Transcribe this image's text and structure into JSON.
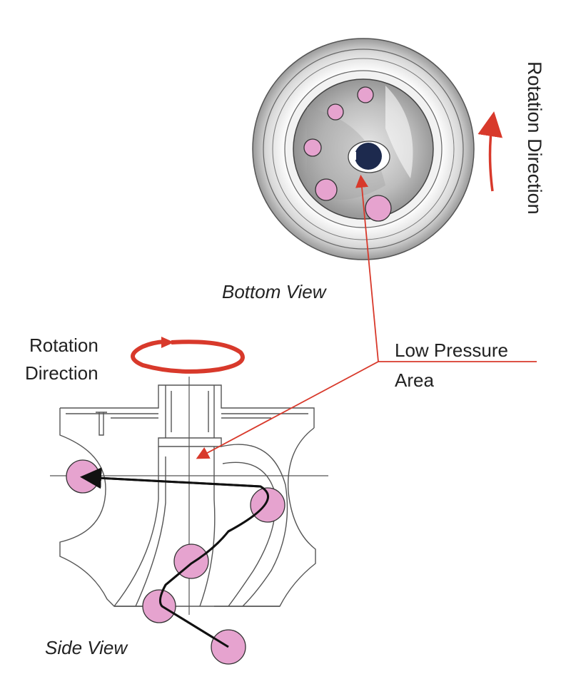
{
  "labels": {
    "rotation_direction_vertical": "Rotation Direction",
    "bottom_view": "Bottom View",
    "rotation_word": "Rotation",
    "direction_word": "Direction",
    "low_pressure": "Low Pressure",
    "area": "Area",
    "side_view": "Side View"
  },
  "colors": {
    "accent_red": "#d8392b",
    "ball_pink": "#e6a3cf",
    "outline": "#333333",
    "hub_navy": "#1d2a4e"
  }
}
